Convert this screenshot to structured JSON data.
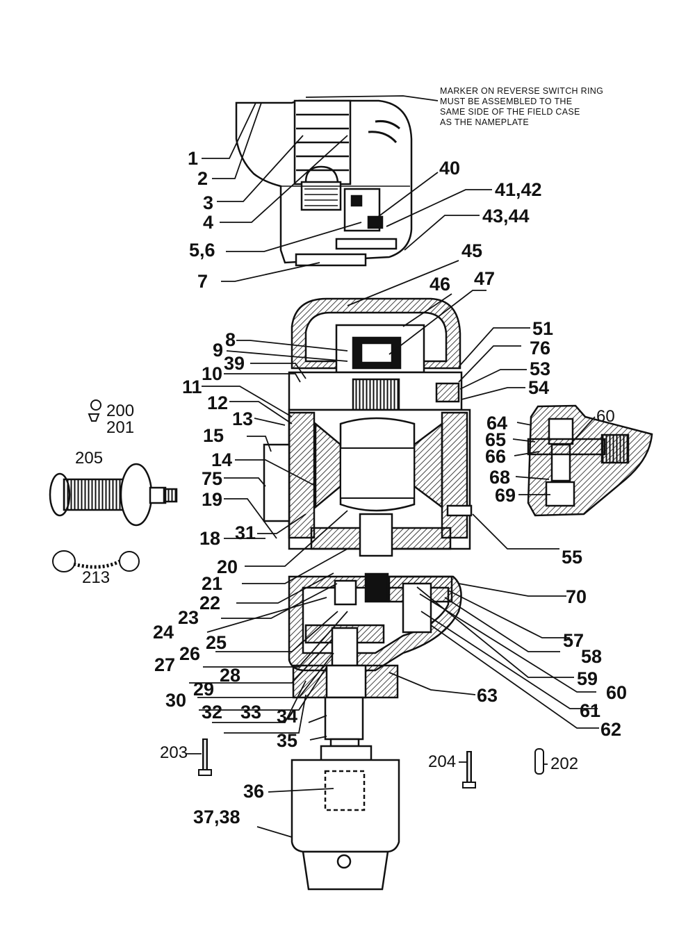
{
  "note": [
    "MARKER ON REVERSE SWITCH RING",
    "MUST BE ASSEMBLED TO THE",
    "SAME SIDE OF THE FIELD CASE",
    "AS THE NAMEPLATE"
  ],
  "labels": [
    "1",
    "2",
    "3",
    "4",
    "5,6",
    "7",
    "8",
    "9",
    "10",
    "11",
    "12",
    "13",
    "14",
    "15",
    "18",
    "19",
    "20",
    "21",
    "22",
    "23",
    "24",
    "25",
    "26",
    "27",
    "28",
    "29",
    "30",
    "31",
    "32",
    "33",
    "34",
    "35",
    "36",
    "37,38",
    "39",
    "40",
    "41,42",
    "43,44",
    "45",
    "46",
    "47",
    "51",
    "53",
    "54",
    "55",
    "57",
    "58",
    "59",
    "60",
    "60",
    "61",
    "62",
    "63",
    "64",
    "65",
    "66",
    "68",
    "69",
    "70",
    "75",
    "76",
    "200",
    "201",
    "202",
    "203",
    "204",
    "205",
    "213"
  ]
}
